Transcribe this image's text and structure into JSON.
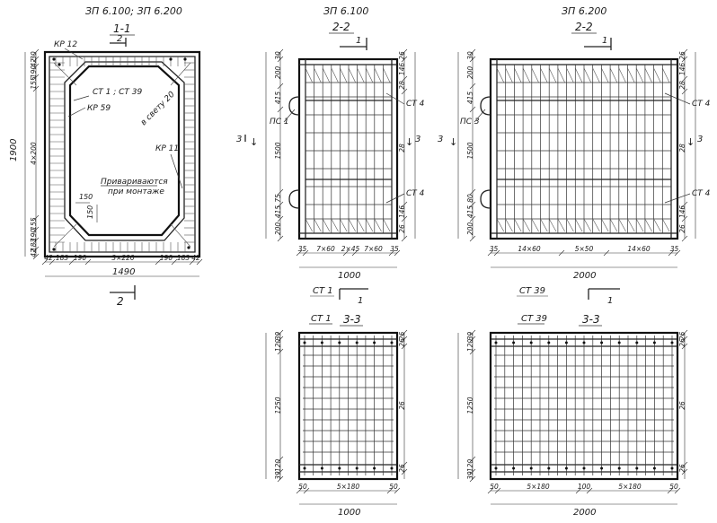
{
  "headers": {
    "left": "ЗП 6.100; ЗП 6.200",
    "middle": "ЗП 6.100",
    "right": "ЗП 6.200"
  },
  "section_titles": {
    "s11": "1-1",
    "s22a": "2-2",
    "s22b": "2-2",
    "s33a": "3-3",
    "s33b": "3-3"
  },
  "cut_markers": {
    "one": "1",
    "two": "2",
    "three": "3"
  },
  "view11": {
    "labels": {
      "kp12": "КР 12",
      "st": "СТ 1 ; СТ 39",
      "kp59": "КР 59",
      "vsvetu": "в свету 20",
      "kp11": "КР 11",
      "weld1": "Привариваются",
      "weld2": "при монтаже"
    },
    "left_dims": [
      "30",
      "42",
      "190",
      "155",
      "4×200",
      "155",
      "190",
      "183",
      "42"
    ],
    "total_height": "1900",
    "small_dims": [
      "150",
      "150"
    ],
    "bottom_dims": [
      "42",
      "183",
      "190",
      "3×220",
      "190",
      "183",
      "42"
    ],
    "total_width": "1490"
  },
  "view22a": {
    "left_dims": [
      "30",
      "200",
      "415",
      "1500",
      "75",
      "415",
      "200"
    ],
    "right_dims": [
      "26",
      "146",
      "28",
      "28",
      "146",
      "26"
    ],
    "labels": {
      "pc": "ПС 1",
      "st4a": "СТ 4",
      "st4b": "СТ 4",
      "stbottom": "СТ 1"
    },
    "bottom_dims": [
      "35",
      "7×60",
      "2×45",
      "7×60",
      "35"
    ],
    "total_width": "1000"
  },
  "view22b": {
    "left_dims": [
      "30",
      "200",
      "415",
      "1500",
      "80",
      "415",
      "200"
    ],
    "right_dims": [
      "26",
      "146",
      "28",
      "28",
      "146",
      "26"
    ],
    "labels": {
      "pc": "ПС 3",
      "st4a": "СТ 4",
      "st4b": "СТ 4",
      "stbottom": "СТ 39"
    },
    "bottom_dims": [
      "35",
      "14×60",
      "5×50",
      "14×60",
      "35"
    ],
    "total_width": "2000"
  },
  "view33a": {
    "label": "СТ 1",
    "left_dims": [
      "39",
      "120",
      "1250",
      "120",
      "39"
    ],
    "right_dims": [
      "26",
      "26",
      "26",
      "26"
    ],
    "bottom_dims": [
      "50",
      "5×180",
      "50"
    ],
    "total_width": "1000"
  },
  "view33b": {
    "label": "СТ 39",
    "left_dims": [
      "39",
      "120",
      "1250",
      "120",
      "39"
    ],
    "right_dims": [
      "26",
      "26",
      "26",
      "26"
    ],
    "bottom_dims": [
      "50",
      "5×180",
      "100",
      "5×180",
      "50"
    ],
    "total_width": "2000"
  }
}
